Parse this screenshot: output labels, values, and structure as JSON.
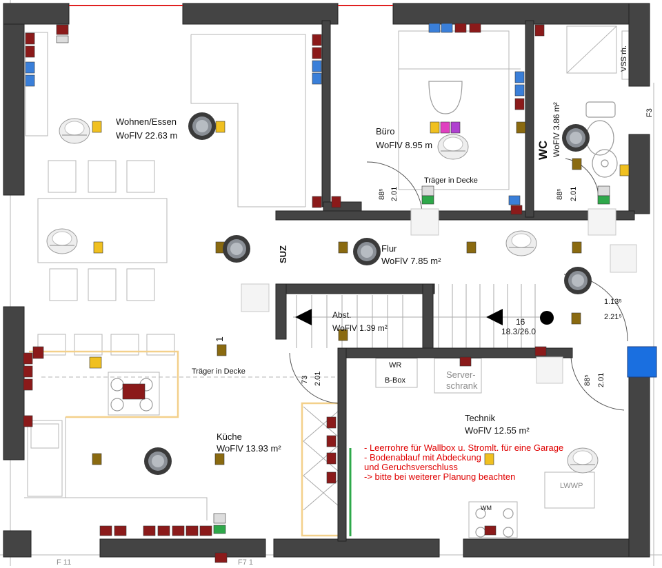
{
  "rooms": {
    "wohnen": {
      "name": "Wohnen/Essen",
      "area": "WoFlV  22.63 m"
    },
    "buero": {
      "name": "Büro",
      "area": "WoFlV  8.95 m"
    },
    "wc": {
      "name": "WC",
      "area": "WoFlV  3.86 m²"
    },
    "flur": {
      "name": "Flur",
      "area": "WoFlV  7.85 m²"
    },
    "abst": {
      "name": "Abst.",
      "area": "WoFlV  1.39 m²"
    },
    "kueche": {
      "name": "Küche",
      "area": "WoFlV  13.93 m²"
    },
    "technik": {
      "name": "Technik",
      "area": "WoFlV  12.55 m²"
    }
  },
  "labels": {
    "traeger_decke_1": "Träger in Decke",
    "traeger_decke_2": "Träger in Decke",
    "suz": "SUZ",
    "vss": "VSS rh.",
    "wr": "WR",
    "bbox": "B-Box",
    "server1": "Server-",
    "server2": "schrank",
    "lwwp": "LWWP",
    "wm": "WM",
    "stair_count": "16",
    "stair_ratio": "18.3/26.0",
    "door_buero_a": "88⁵",
    "door_buero_b": "2.01",
    "door_wc_a": "88⁵",
    "door_wc_b": "2.01",
    "door_abst_a": "73",
    "door_abst_b": "2.01",
    "door_tech_a": "88⁵",
    "door_tech_b": "2.01",
    "dim_1": "1.13⁵",
    "dim_2": "2.21⁵",
    "marker_1": "1",
    "edge_f3": "F3",
    "edge_f11a": "F 11",
    "edge_f11b": "F7 1"
  },
  "notes": [
    "- Leerrohre für Wallbox u. Stromlt. für eine Garage",
    "- Bodenablauf mit Abdeckung",
    "  und Geruchsverschluss",
    "-> bitte bei weiterer Planung beachten"
  ],
  "colors": {
    "wall": "#444444",
    "socket_dark_red": "#8b1a1a",
    "switch_blue": "#3a7fd9",
    "outlet_yellow": "#f0c020",
    "sensor_olive": "#8a6a10",
    "note_red": "#e00000",
    "outline_orange": "#f3d08a",
    "green_mark": "#2ea84a",
    "accent_blue": "#1a6fe0"
  },
  "icons": [
    "smoke-detector-icon",
    "ceiling-light-icon",
    "light-switch-icon",
    "socket-icon",
    "stair-arrow-icon",
    "shower-icon",
    "toilet-icon",
    "sink-icon",
    "stove-icon"
  ]
}
